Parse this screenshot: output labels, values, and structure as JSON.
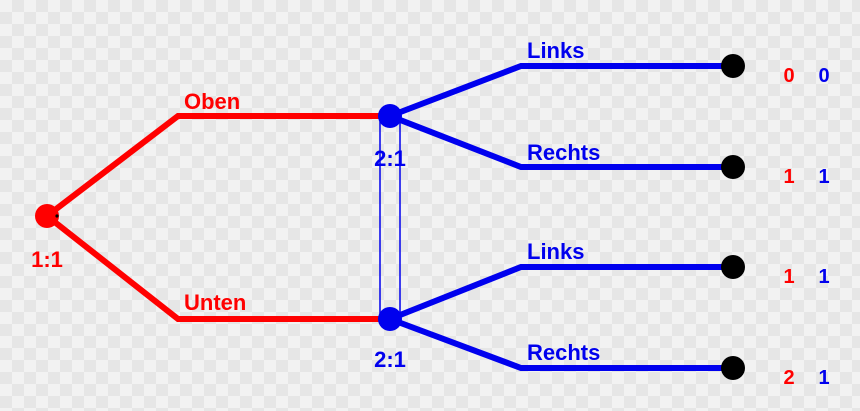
{
  "colors": {
    "player1": "#ff0000",
    "player2": "#0000ee",
    "terminal": "#000000"
  },
  "root": {
    "label": "1:1"
  },
  "player1_moves": {
    "upper": "Oben",
    "lower": "Unten"
  },
  "info_set": {
    "upper_node_label": "2:1",
    "lower_node_label": "2:1"
  },
  "player2_moves": {
    "upper_a": "Links",
    "upper_b": "Rechts",
    "lower_a": "Links",
    "lower_b": "Rechts"
  },
  "payoffs": [
    {
      "p1": "0",
      "p2": "0"
    },
    {
      "p1": "1",
      "p2": "1"
    },
    {
      "p1": "1",
      "p2": "1"
    },
    {
      "p1": "2",
      "p2": "1"
    }
  ]
}
